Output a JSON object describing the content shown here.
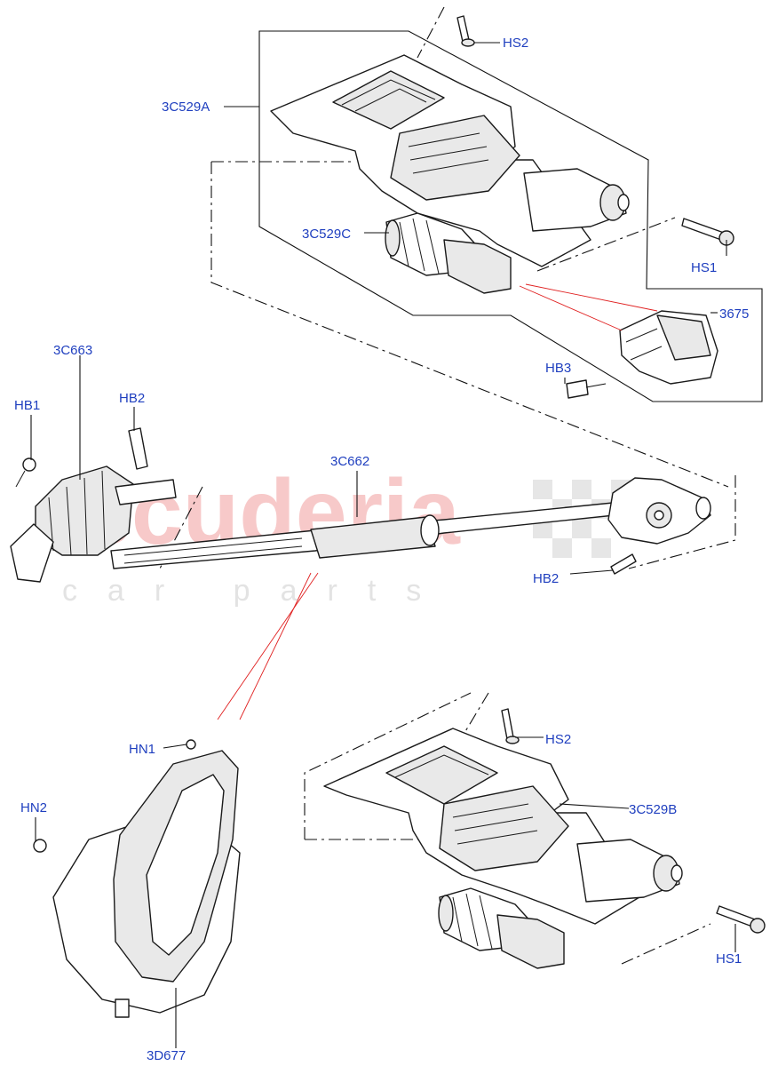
{
  "watermark": {
    "brand": "scuderia",
    "tagline": "car parts"
  },
  "callouts": {
    "hs2_top": "HS2",
    "c529a": "3C529A",
    "c529c": "3C529C",
    "hs1_top": "HS1",
    "p3675": "3675",
    "hb3": "HB3",
    "c663": "3C663",
    "hb1": "HB1",
    "hb2_left": "HB2",
    "c662": "3C662",
    "hb2_right": "HB2",
    "hn1": "HN1",
    "hn2": "HN2",
    "hs2_bottom": "HS2",
    "c529b": "3C529B",
    "hs1_bottom": "HS1",
    "d677": "3D677"
  },
  "colors": {
    "callout_text": "#1f3fbf",
    "linework": "#1a1a1a",
    "red_leader": "#e02020",
    "watermark": "#f7c9c9"
  }
}
